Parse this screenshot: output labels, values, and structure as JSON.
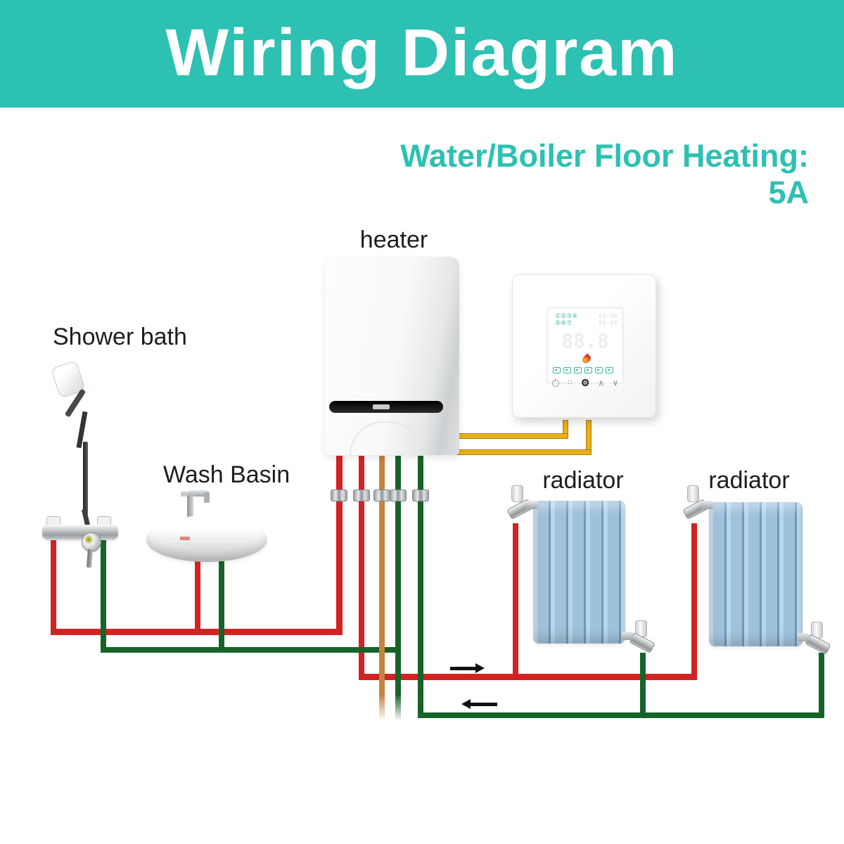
{
  "header": {
    "title": "Wiring Diagram",
    "subtitle": "Water/Boiler Floor Heating: 5A"
  },
  "labels": {
    "heater": "heater",
    "shower_bath": "Shower bath",
    "wash_basin": "Wash Basin",
    "radiator_left": "radiator",
    "radiator_right": "radiator"
  },
  "thermostat": {
    "week_days_row1": "①②③④",
    "week_days_row2": "⑤⑥⑦",
    "clock_row1": "88:88",
    "clock_row2": "88:88",
    "temperature_display": "88.8",
    "touch_icons": {
      "grid": "∷",
      "settings": "⚙",
      "up": "∧",
      "down": "∨"
    }
  },
  "colors": {
    "teal": "#2CC1B2",
    "red": "#D32222",
    "green": "#17632A",
    "orange": "#C9823D",
    "wire_yellow": "#EAB019",
    "wire_edge": "#A87E0C",
    "radiator_blue": "#9FC2DC",
    "text_black": "#1D1D1D",
    "thermo_green": "#35B89B",
    "flame_red": "#E23318"
  }
}
